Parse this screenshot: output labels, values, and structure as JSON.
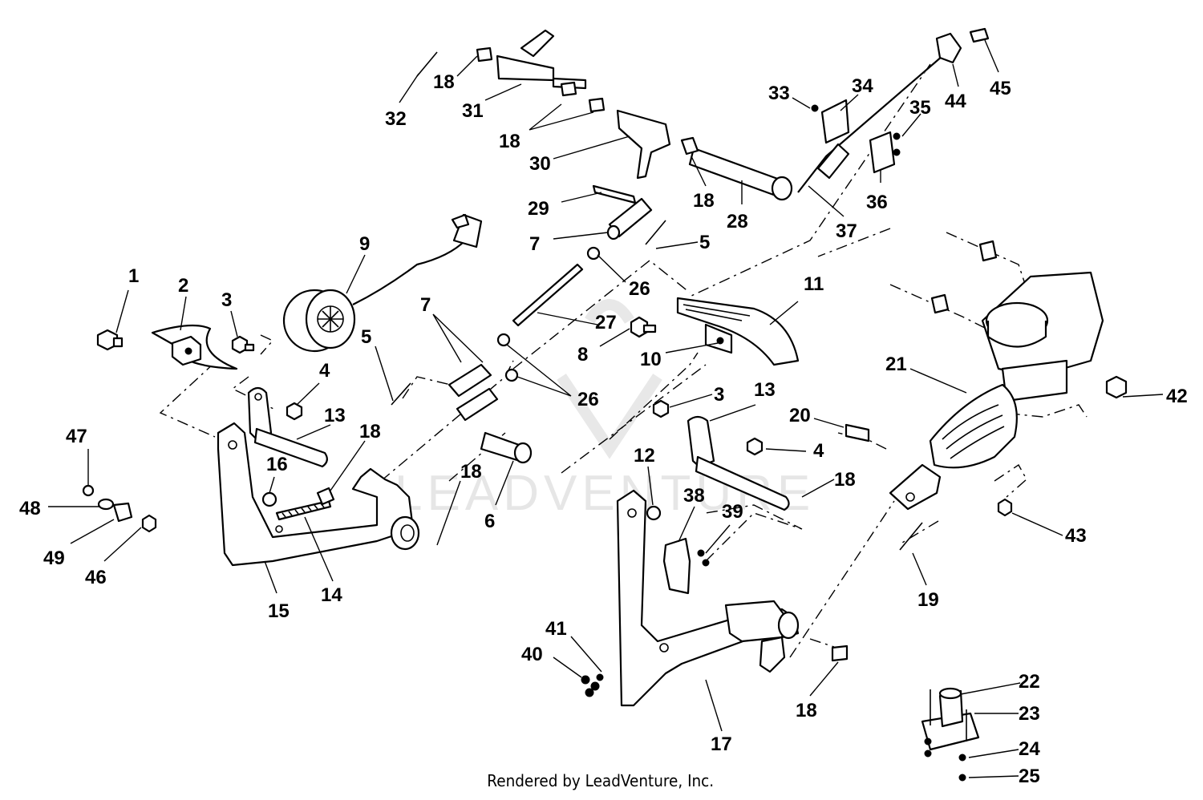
{
  "footer": {
    "credit": "Rendered by LeadVenture, Inc."
  },
  "watermark": {
    "text": "LEADVENTURE"
  },
  "callouts": [
    {
      "id": "c1",
      "label": "1"
    },
    {
      "id": "c2",
      "label": "2"
    },
    {
      "id": "c3a",
      "label": "3"
    },
    {
      "id": "c3b",
      "label": "3"
    },
    {
      "id": "c4a",
      "label": "4"
    },
    {
      "id": "c4b",
      "label": "4"
    },
    {
      "id": "c5a",
      "label": "5"
    },
    {
      "id": "c5b",
      "label": "5"
    },
    {
      "id": "c6",
      "label": "6"
    },
    {
      "id": "c7a",
      "label": "7"
    },
    {
      "id": "c7b",
      "label": "7"
    },
    {
      "id": "c8",
      "label": "8"
    },
    {
      "id": "c9",
      "label": "9"
    },
    {
      "id": "c10",
      "label": "10"
    },
    {
      "id": "c11",
      "label": "11"
    },
    {
      "id": "c12",
      "label": "12"
    },
    {
      "id": "c13a",
      "label": "13"
    },
    {
      "id": "c13b",
      "label": "13"
    },
    {
      "id": "c14",
      "label": "14"
    },
    {
      "id": "c15",
      "label": "15"
    },
    {
      "id": "c16",
      "label": "16"
    },
    {
      "id": "c17",
      "label": "17"
    },
    {
      "id": "c18a",
      "label": "18"
    },
    {
      "id": "c18b",
      "label": "18"
    },
    {
      "id": "c18c",
      "label": "18"
    },
    {
      "id": "c18d",
      "label": "18"
    },
    {
      "id": "c18e",
      "label": "18"
    },
    {
      "id": "c18f",
      "label": "18"
    },
    {
      "id": "c18g",
      "label": "18"
    },
    {
      "id": "c18h",
      "label": "18"
    },
    {
      "id": "c19",
      "label": "19"
    },
    {
      "id": "c20",
      "label": "20"
    },
    {
      "id": "c21",
      "label": "21"
    },
    {
      "id": "c22",
      "label": "22"
    },
    {
      "id": "c23",
      "label": "23"
    },
    {
      "id": "c24",
      "label": "24"
    },
    {
      "id": "c25",
      "label": "25"
    },
    {
      "id": "c26a",
      "label": "26"
    },
    {
      "id": "c26b",
      "label": "26"
    },
    {
      "id": "c27",
      "label": "27"
    },
    {
      "id": "c28",
      "label": "28"
    },
    {
      "id": "c29",
      "label": "29"
    },
    {
      "id": "c30",
      "label": "30"
    },
    {
      "id": "c31",
      "label": "31"
    },
    {
      "id": "c32",
      "label": "32"
    },
    {
      "id": "c33",
      "label": "33"
    },
    {
      "id": "c34",
      "label": "34"
    },
    {
      "id": "c35",
      "label": "35"
    },
    {
      "id": "c36",
      "label": "36"
    },
    {
      "id": "c37",
      "label": "37"
    },
    {
      "id": "c38",
      "label": "38"
    },
    {
      "id": "c39",
      "label": "39"
    },
    {
      "id": "c40",
      "label": "40"
    },
    {
      "id": "c41",
      "label": "41"
    },
    {
      "id": "c42",
      "label": "42"
    },
    {
      "id": "c43",
      "label": "43"
    },
    {
      "id": "c44",
      "label": "44"
    },
    {
      "id": "c45",
      "label": "45"
    },
    {
      "id": "c46",
      "label": "46"
    },
    {
      "id": "c47",
      "label": "47"
    },
    {
      "id": "c48",
      "label": "48"
    },
    {
      "id": "c49",
      "label": "49"
    }
  ]
}
